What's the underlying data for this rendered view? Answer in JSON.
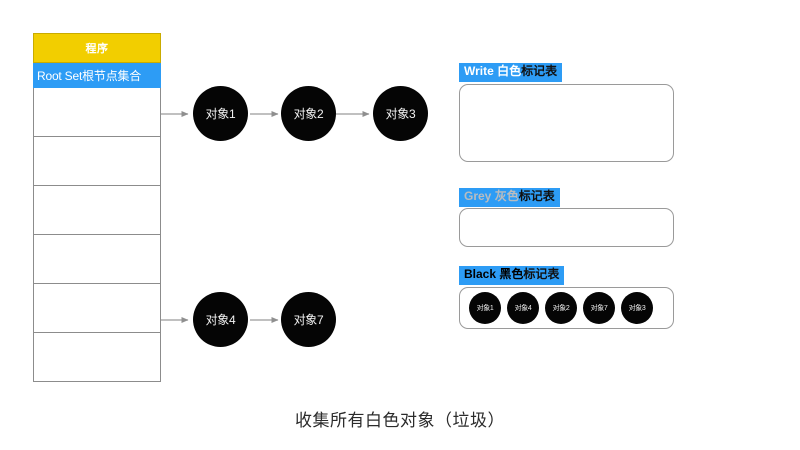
{
  "program_table": {
    "header_label": "程序",
    "root_set_label": "Root Set根节点集合",
    "empty_cell_count": 6
  },
  "object_graph": {
    "top_chain": [
      {
        "label": "对象1"
      },
      {
        "label": "对象2"
      },
      {
        "label": "对象3"
      }
    ],
    "bottom_chain": [
      {
        "label": "对象4"
      },
      {
        "label": "对象7"
      }
    ]
  },
  "mark_tables": [
    {
      "key": "write",
      "label_en": "Write",
      "label_cn": "白色",
      "label_tail": "标记表",
      "tone": "white-tone",
      "items": []
    },
    {
      "key": "grey",
      "label_en": "Grey",
      "label_cn": "灰色",
      "label_tail": "标记表",
      "tone": "grey-tone",
      "items": []
    },
    {
      "key": "black",
      "label_en": "Black",
      "label_cn": "黑色",
      "label_tail": "标记表",
      "tone": "black-tone",
      "items": [
        {
          "label": "对象1"
        },
        {
          "label": "对象4"
        },
        {
          "label": "对象2"
        },
        {
          "label": "对象7"
        },
        {
          "label": "对象3"
        }
      ]
    }
  ],
  "caption": "收集所有白色对象（垃圾）",
  "colors": {
    "program_header_yellow": "#F2CE00",
    "highlight_blue": "#2D9CF5",
    "node_black": "#050505",
    "border_grey": "#8c8c8c",
    "wire_grey": "#9a9a9a",
    "grey_text": "#b8bcc0"
  }
}
